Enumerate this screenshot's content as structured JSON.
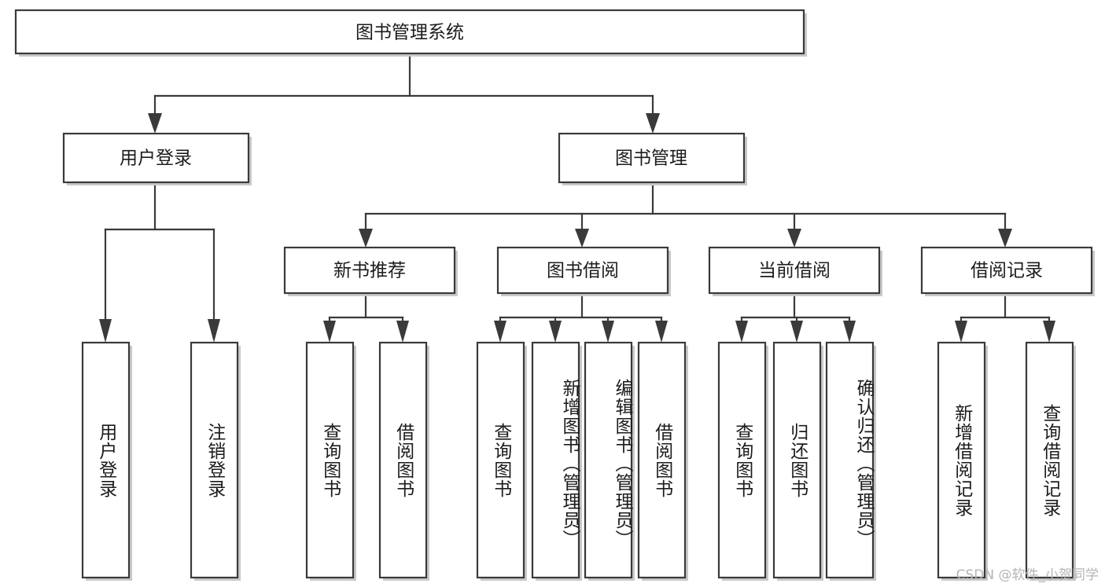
{
  "diagram": {
    "type": "tree-hierarchy",
    "title": "图书管理系统",
    "orientation": "top-down",
    "colors": {
      "box_fill": "#ffffff",
      "box_stroke": "#3a3a3a",
      "shadow": "#c9c9c9",
      "text": "#1c1c1c",
      "watermark": "#b4b4b4",
      "background": "#ffffff"
    },
    "root": {
      "label": "图书管理系统"
    },
    "level2": [
      {
        "label": "用户登录"
      },
      {
        "label": "图书管理"
      }
    ],
    "level3": [
      {
        "label": "新书推荐"
      },
      {
        "label": "图书借阅"
      },
      {
        "label": "当前借阅"
      },
      {
        "label": "借阅记录"
      }
    ],
    "leaves": {
      "user_login": [
        {
          "label": "用户登录"
        },
        {
          "label": "注销登录"
        }
      ],
      "new_book_recommend": [
        {
          "label": "查询图书"
        },
        {
          "label": "借阅图书"
        }
      ],
      "book_borrow": [
        {
          "label": "查询图书"
        },
        {
          "label": "新增图书（管理员）"
        },
        {
          "label": "编辑图书（管理员）"
        },
        {
          "label": "借阅图书"
        }
      ],
      "current_borrow": [
        {
          "label": "查询图书"
        },
        {
          "label": "归还图书"
        },
        {
          "label": "确认归还（管理员）"
        }
      ],
      "borrow_record": [
        {
          "label": "新增借阅记录"
        },
        {
          "label": "查询借阅记录"
        }
      ]
    }
  },
  "watermark": {
    "text": "CSDN @软件_小贺同学"
  }
}
